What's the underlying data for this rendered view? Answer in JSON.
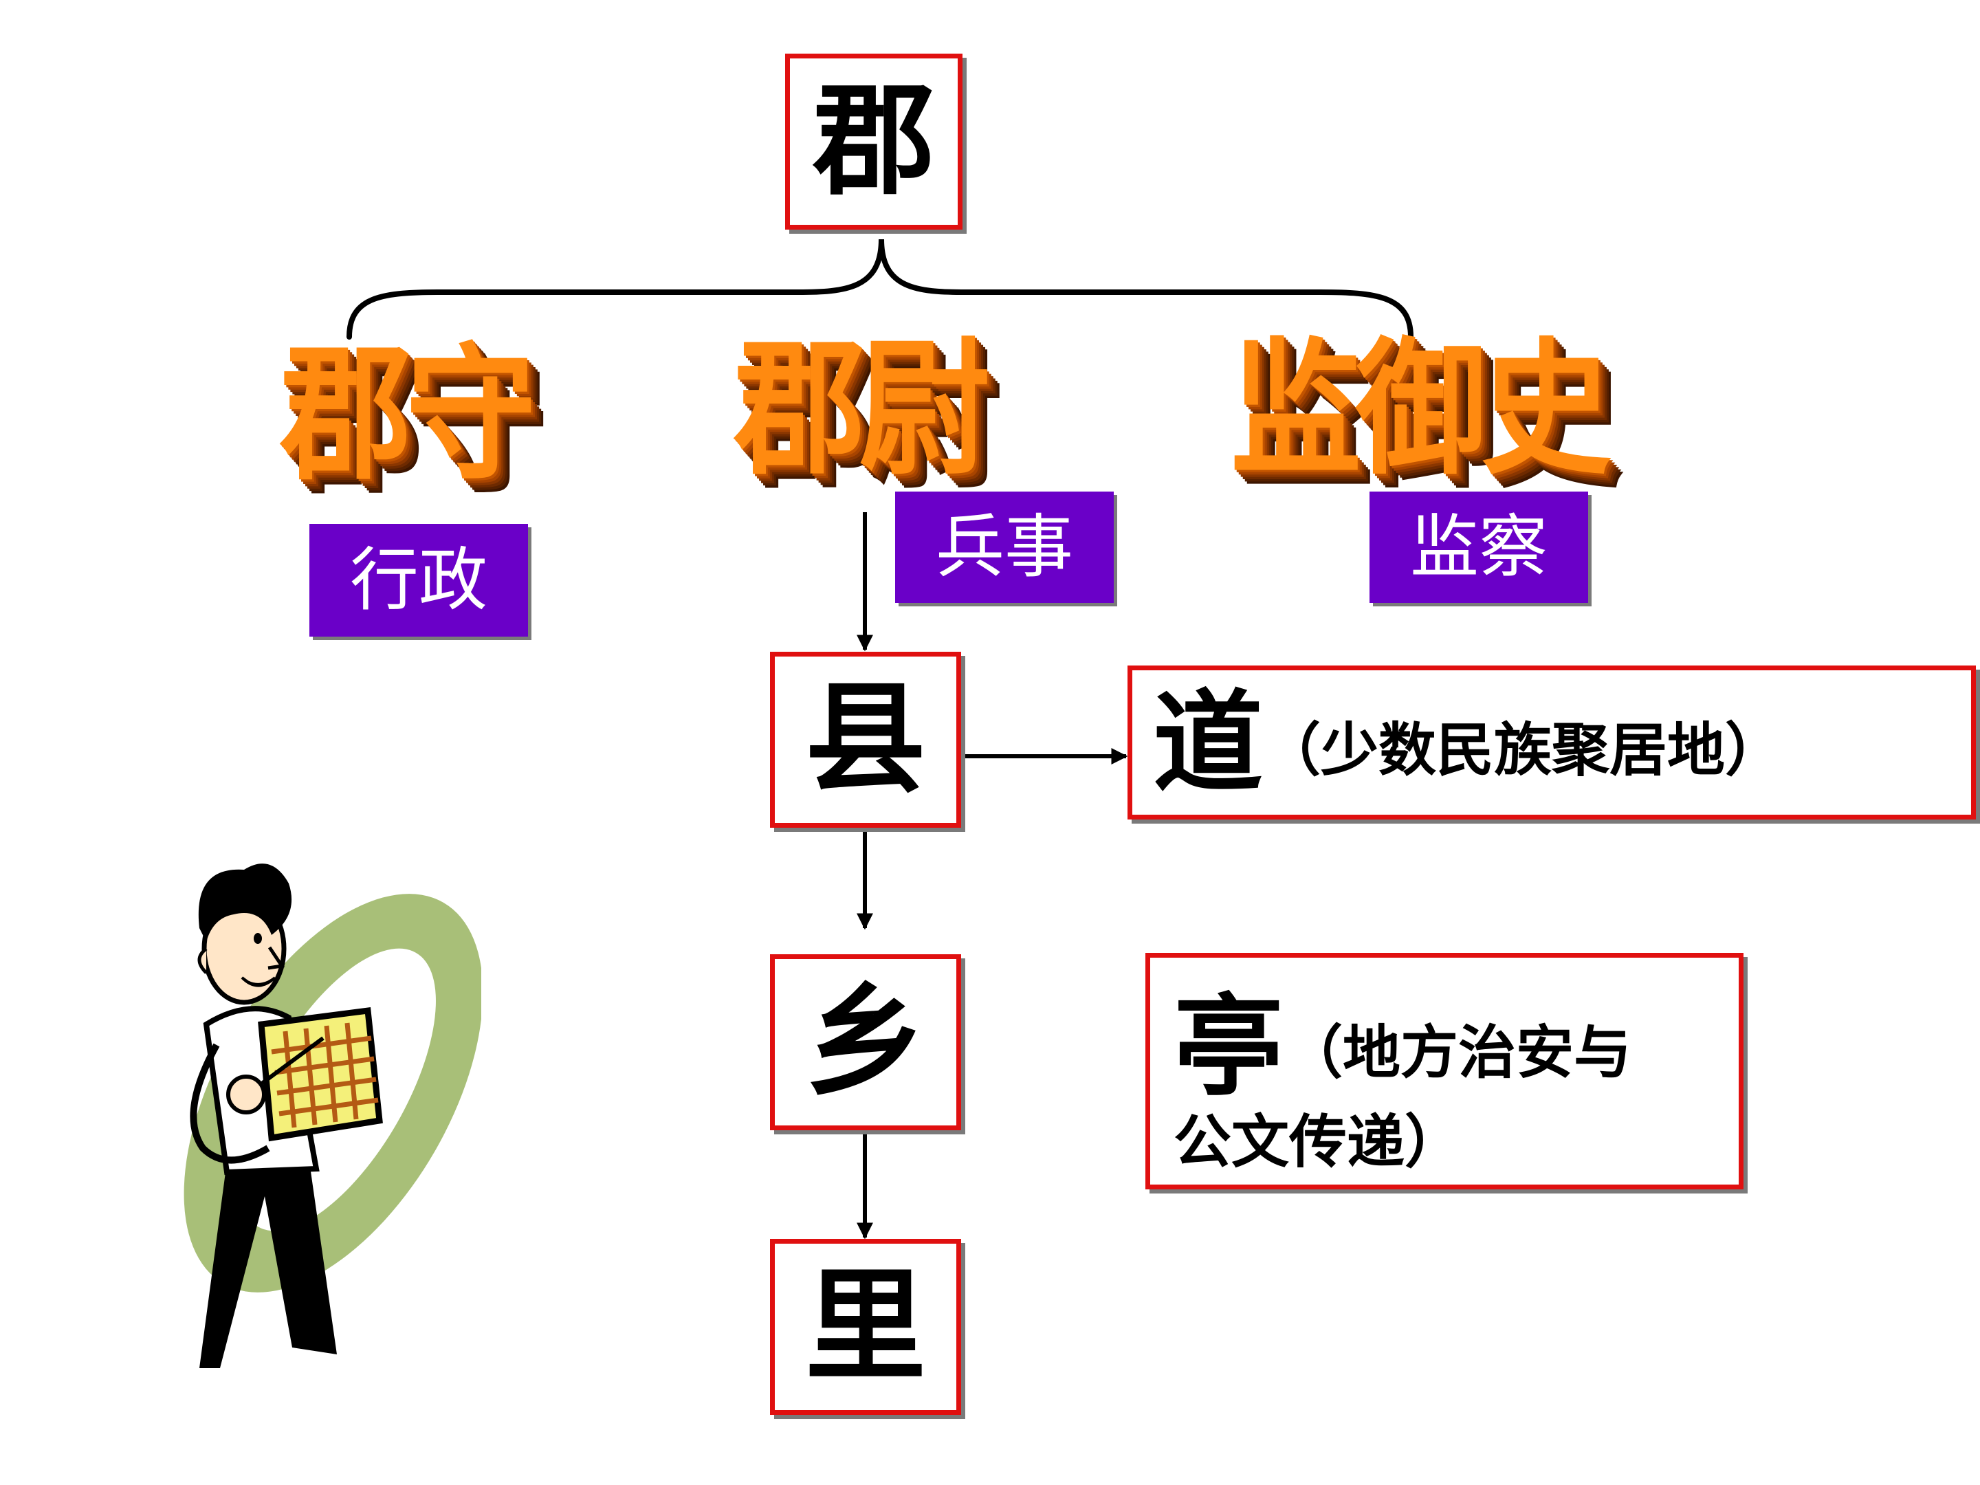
{
  "top": {
    "label": "郡"
  },
  "officials": [
    {
      "title": "郡守",
      "duty": "行政"
    },
    {
      "title": "郡尉",
      "duty": "兵事"
    },
    {
      "title": "监御史",
      "duty": "监察"
    }
  ],
  "chain": [
    {
      "label": "县"
    },
    {
      "label": "乡"
    },
    {
      "label": "里"
    }
  ],
  "dao": {
    "label": "道",
    "note": "（少数民族聚居地）"
  },
  "ting": {
    "label": "亭",
    "note_line1": "（地方治安与",
    "note_line2": "公文传递）"
  },
  "colors": {
    "box_border": "#e01010",
    "tag_bg": "#6a00c8",
    "wordart": "#ff8a10",
    "ellipse": "#a8bf78"
  },
  "icons": {
    "presenter": "presenter-clipart-icon"
  }
}
